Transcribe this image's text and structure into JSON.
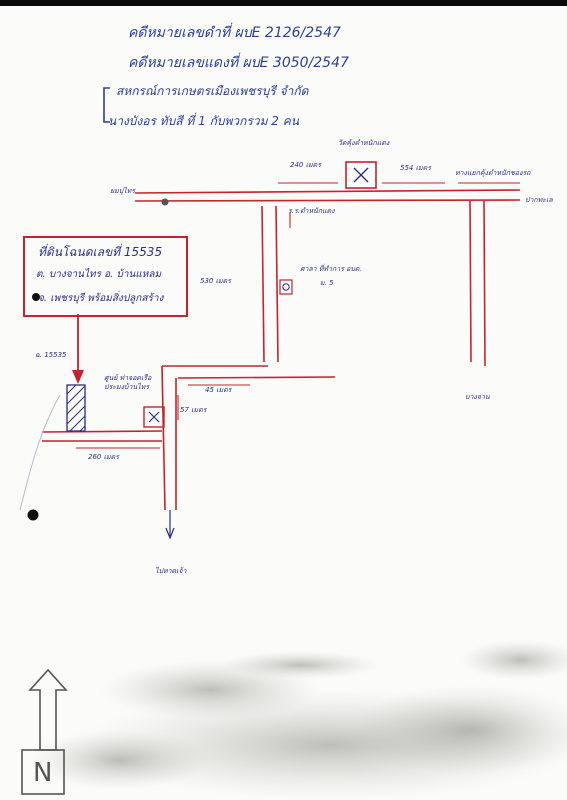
{
  "header": {
    "line1": "คดีหมายเลขดำที่ ผบE 2126/2547",
    "line2": "คดีหมายเลขแดงที่ ผบE 3050/2547",
    "line3": "สหกรณ์การเกษตรเมืองเพชรบุรี จำกัด",
    "line4": "นางบังอร ทับสี ที่ 1 กับพวกรวม 2 คน"
  },
  "property_box": {
    "line1": "ที่ดินโฉนดเลขที่ 15535",
    "line2": "ต. บางจานไทร อ. บ้านแหลม",
    "line3": "จ. เพชรบุรี พร้อมสิ่งปลูกสร้าง"
  },
  "labels": {
    "temple_top": "วัดคุ้งตำหนักแดง",
    "dist_240_top": "240 เมตร",
    "dist_554": "554 เมตร",
    "shortcut_right": "ทางแยกคุ้งตำหนักชองรถ",
    "junction_left": "ยมบุ่ไทร",
    "road_right_end": "ปากทะเล",
    "school_road": "ร.ร.ตำหนักแดง",
    "dist_530": "530 เมตร",
    "village_head": "ศาลา ที่ทำการ อบต.",
    "village_no": "ม. 5",
    "parcel_no": "ฉ. 15535",
    "community_hall": "ศูนย์ ท่าจอดเรือประมงบ้านไทร",
    "dist_45": "45 เมตร",
    "dist_57": "57 เมตร",
    "dist_260": "260 เมตร",
    "bang_chan": "บางจาน",
    "to_south": "ไปหาดเจ้า",
    "north_letter": "N"
  },
  "colors": {
    "road": "#c8232c",
    "ink": "#2a3fa0",
    "dark_ink": "#2b2f8c",
    "stain": "#9a9a92"
  },
  "icons": {
    "temple_marker": "x-square-icon",
    "arrow_marker": "red-arrow-icon",
    "north_marker": "north-arrow-icon"
  }
}
